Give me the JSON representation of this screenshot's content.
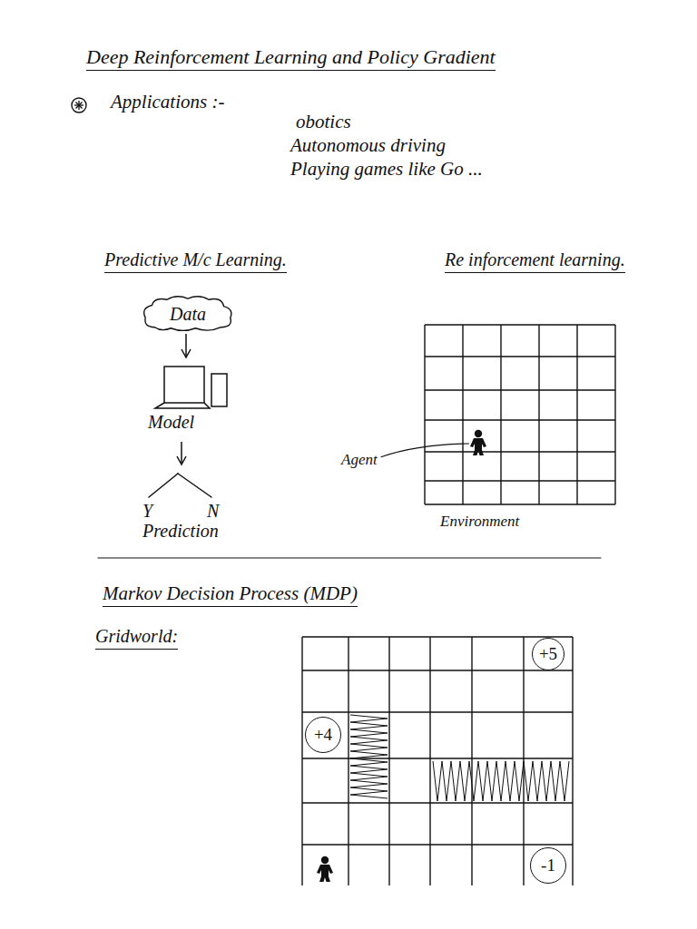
{
  "diagram": {
    "title": "Deep Reinforcement Learning and Policy Gradient",
    "nodes": [
      {
        "text": [
          "Data"
        ]
      },
      {
        "text": [
          "Model"
        ]
      },
      {
        "text": [
          "+5"
        ]
      },
      {
        "text": [
          "+4"
        ]
      },
      {
        "text": [
          "-1"
        ]
      }
    ],
    "edges": [
      {
        "from": 0,
        "to": 1,
        "arrow": "to"
      }
    ],
    "labels": [
      "Applications :-",
      "obotics",
      "Autonomous driving",
      "Playing games like Go ...",
      "Predictive M/c Learning.",
      "Re inforcement learning.",
      "Y",
      "N",
      "Prediction",
      "Agent",
      "Environment",
      "Markov Decision Process (MDP)",
      "Gridworld:"
    ]
  }
}
